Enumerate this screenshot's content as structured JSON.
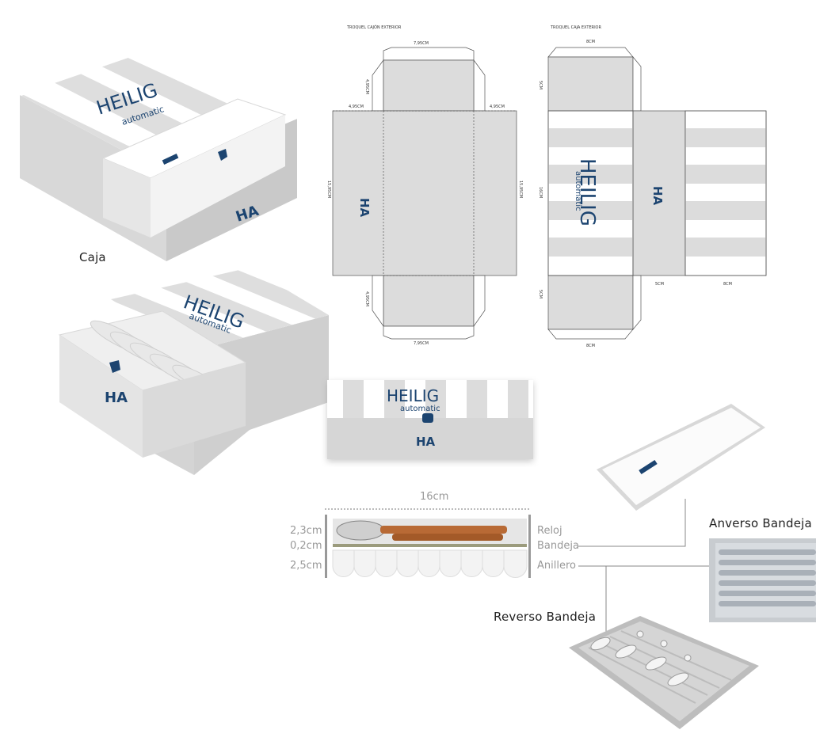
{
  "labels": {
    "caja": "Caja",
    "anverso": "Anverso Bandeja",
    "reverso": "Reverso Bandeja"
  },
  "brand": {
    "name": "HEILIG",
    "sub": "automatic",
    "mono": "HA",
    "color": "#1c4470",
    "stripe_gray": "#d9d9d9"
  },
  "template_drawer": {
    "title": "TROQUEL CAJÓN EXTERIOR",
    "dims": {
      "top_width": "7,95CM",
      "bottom_width": "7,95CM",
      "flap_top": "4,95CM",
      "flap_bottom": "4,95CM",
      "side_left": "4,95CM",
      "side_right": "4,95CM",
      "height_left": "15,95CM",
      "height_right": "15,95CM"
    }
  },
  "template_box": {
    "title": "TROQUEL CAJA EXTERIOR",
    "dims": {
      "top_width": "8CM",
      "bottom_width": "8CM",
      "flap_top": "5CM",
      "flap_bottom": "5CM",
      "height": "16CM",
      "panel_mid": "5CM",
      "panel_right": "8CM"
    }
  },
  "section": {
    "width": "16cm",
    "rows": [
      {
        "size": "2,3cm",
        "name": "Reloj"
      },
      {
        "size": "0,2cm",
        "name": "Bandeja"
      },
      {
        "size": "2,5cm",
        "name": "Anillero"
      }
    ]
  }
}
